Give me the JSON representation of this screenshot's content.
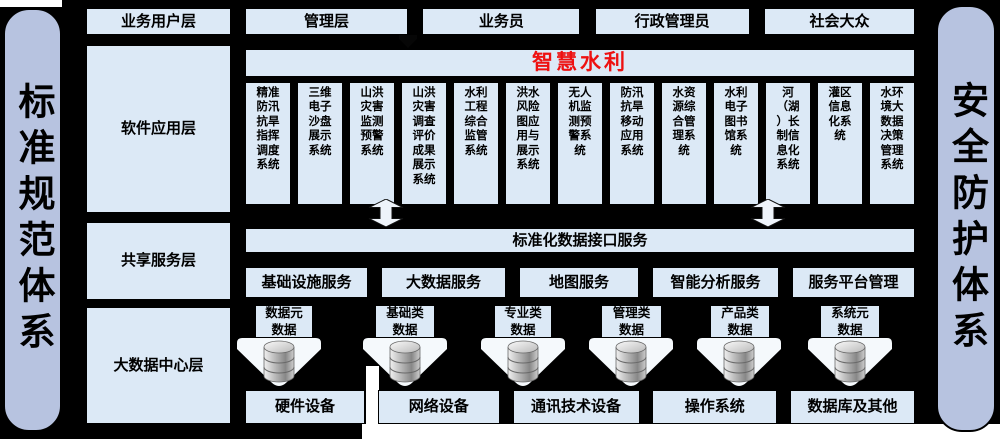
{
  "pillars": {
    "left": "标准规范体系",
    "right": "安全防护体系"
  },
  "labels": {
    "user": "业务用户层",
    "app": "软件应用层",
    "share": "共享服务层",
    "bigdata": "大数据中心层"
  },
  "user_row": {
    "items": [
      "管理层",
      "业务员",
      "行政管理员",
      "社会大众"
    ]
  },
  "app_layer": {
    "title": "智慧水利",
    "systems": [
      "精准\n防汛\n抗旱\n指挥\n调度\n系统",
      "三维\n电子\n沙盘\n展示\n系统",
      "山洪\n灾害\n监测\n预警\n系统",
      "山洪\n灾害\n调查\n评价\n成果\n展示\n系统",
      "水利\n工程\n综合\n监管\n系统",
      "洪水\n风险\n图应\n用与\n展示\n系统",
      "无人\n机监\n测预\n警系\n统",
      "防汛\n抗旱\n移动\n应用\n系统",
      "水资\n源综\n合管\n理系\n统",
      "水利\n电子\n图书\n馆系\n统",
      "河\n（湖\n）长\n制信\n息化\n系统",
      "灌区\n信息\n化系\n统",
      "水环\n境大\n数据\n决策\n管理\n系统"
    ]
  },
  "share_layer": {
    "interface_service": "标准化数据接口服务",
    "services": [
      "基础设施服务",
      "大数据服务",
      "地图服务",
      "智能分析服务",
      "服务平台管理"
    ]
  },
  "bigdata_layer": {
    "data_types": [
      "数据元\n数据",
      "基础类\n数据",
      "专业类\n数据",
      "管理类\n数据",
      "产品类\n数据",
      "系统元\n数据"
    ],
    "hardware": [
      "硬件设备",
      "网络设备",
      "通讯技术设备",
      "操作系统",
      "数据库及其他"
    ]
  },
  "icons": {
    "database": "database-icon",
    "funnel": "funnel-shape",
    "double_arrow": "double-arrow-icon",
    "down_arrow": "down-arrow-notch"
  },
  "colors": {
    "background": "#000000",
    "box_fill": "#dce9f6",
    "pillar_fill": "#b7c3e0",
    "title_red": "#ee1111",
    "notch_white": "#ffffff"
  }
}
